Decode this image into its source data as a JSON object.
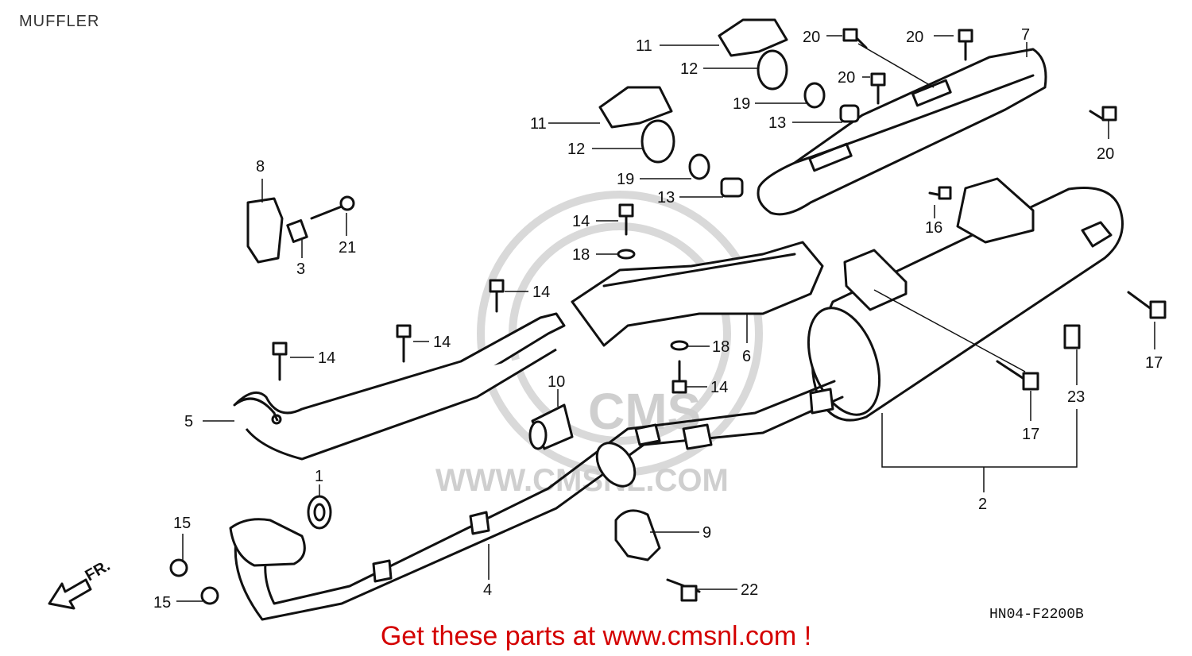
{
  "title": "MUFFLER",
  "diagram_code": "HN04-F2200B",
  "front_indicator": "FR.",
  "watermark_text": "WWW.CMSNL.COM",
  "watermark_logo": "CMS",
  "promo_text": "Get these parts at www.cmsnl.com !",
  "colors": {
    "promo": "#d40000",
    "linework": "#111111",
    "watermark": "#cfcfcf"
  },
  "callouts": [
    {
      "id": "c11a",
      "text": "11"
    },
    {
      "id": "c12a",
      "text": "12"
    },
    {
      "id": "c19a",
      "text": "19"
    },
    {
      "id": "c13a",
      "text": "13"
    },
    {
      "id": "c20a",
      "text": "20"
    },
    {
      "id": "c20b",
      "text": "20"
    },
    {
      "id": "c20c",
      "text": "20"
    },
    {
      "id": "c20d",
      "text": "20"
    },
    {
      "id": "c7",
      "text": "7"
    },
    {
      "id": "c11b",
      "text": "11"
    },
    {
      "id": "c12b",
      "text": "12"
    },
    {
      "id": "c19b",
      "text": "19"
    },
    {
      "id": "c13b",
      "text": "13"
    },
    {
      "id": "c8",
      "text": "8"
    },
    {
      "id": "c21",
      "text": "21"
    },
    {
      "id": "c3",
      "text": "3"
    },
    {
      "id": "c14a",
      "text": "14"
    },
    {
      "id": "c18a",
      "text": "18"
    },
    {
      "id": "c14b",
      "text": "14"
    },
    {
      "id": "c14c",
      "text": "14"
    },
    {
      "id": "c14d",
      "text": "14"
    },
    {
      "id": "c18b",
      "text": "18"
    },
    {
      "id": "c14e",
      "text": "14"
    },
    {
      "id": "c6",
      "text": "6"
    },
    {
      "id": "c16",
      "text": "16"
    },
    {
      "id": "c17a",
      "text": "17"
    },
    {
      "id": "c17b",
      "text": "17"
    },
    {
      "id": "c23",
      "text": "23"
    },
    {
      "id": "c5",
      "text": "5"
    },
    {
      "id": "c10",
      "text": "10"
    },
    {
      "id": "c1",
      "text": "1"
    },
    {
      "id": "c2",
      "text": "2"
    },
    {
      "id": "c9",
      "text": "9"
    },
    {
      "id": "c22",
      "text": "22"
    },
    {
      "id": "c4",
      "text": "4"
    },
    {
      "id": "c15a",
      "text": "15"
    },
    {
      "id": "c15b",
      "text": "15"
    }
  ]
}
